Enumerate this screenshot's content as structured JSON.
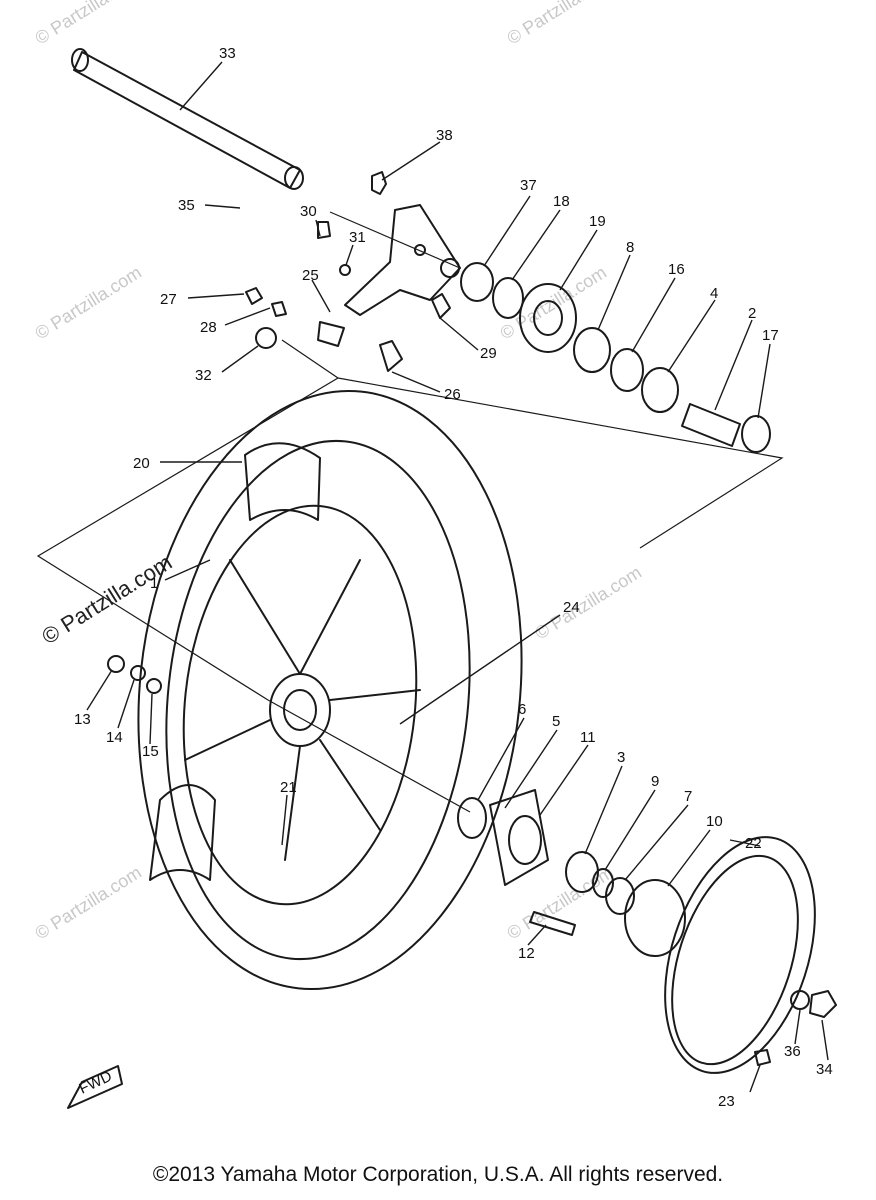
{
  "diagram": {
    "callouts": [
      {
        "id": "33",
        "label": "33"
      },
      {
        "id": "38",
        "label": "38"
      },
      {
        "id": "35",
        "label": "35"
      },
      {
        "id": "30",
        "label": "30"
      },
      {
        "id": "31",
        "label": "31"
      },
      {
        "id": "37",
        "label": "37"
      },
      {
        "id": "18",
        "label": "18"
      },
      {
        "id": "19",
        "label": "19"
      },
      {
        "id": "8",
        "label": "8"
      },
      {
        "id": "16",
        "label": "16"
      },
      {
        "id": "4",
        "label": "4"
      },
      {
        "id": "2",
        "label": "2"
      },
      {
        "id": "17",
        "label": "17"
      },
      {
        "id": "27",
        "label": "27"
      },
      {
        "id": "25",
        "label": "25"
      },
      {
        "id": "28",
        "label": "28"
      },
      {
        "id": "29",
        "label": "29"
      },
      {
        "id": "32",
        "label": "32"
      },
      {
        "id": "26",
        "label": "26"
      },
      {
        "id": "20",
        "label": "20"
      },
      {
        "id": "1",
        "label": "1"
      },
      {
        "id": "24",
        "label": "24"
      },
      {
        "id": "13",
        "label": "13"
      },
      {
        "id": "14",
        "label": "14"
      },
      {
        "id": "15",
        "label": "15"
      },
      {
        "id": "6",
        "label": "6"
      },
      {
        "id": "5",
        "label": "5"
      },
      {
        "id": "11",
        "label": "11"
      },
      {
        "id": "3",
        "label": "3"
      },
      {
        "id": "9",
        "label": "9"
      },
      {
        "id": "7",
        "label": "7"
      },
      {
        "id": "10",
        "label": "10"
      },
      {
        "id": "21",
        "label": "21"
      },
      {
        "id": "22",
        "label": "22"
      },
      {
        "id": "12",
        "label": "12"
      },
      {
        "id": "36",
        "label": "36"
      },
      {
        "id": "34",
        "label": "34"
      },
      {
        "id": "23",
        "label": "23"
      }
    ],
    "fwd_label": "FWD",
    "watermark_text": "© Partzilla.com",
    "watermark_main": "© Partzilla.com"
  },
  "footer": {
    "copyright": "©2013  Yamaha Motor Corporation, U.S.A. All rights reserved."
  }
}
